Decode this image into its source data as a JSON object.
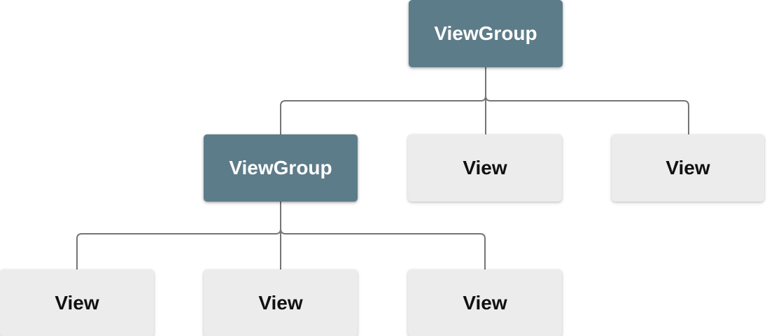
{
  "colors": {
    "viewgroup_fill": "#5d7c89",
    "viewgroup_text": "#ffffff",
    "view_fill": "#ececec",
    "view_text": "#111111",
    "connector": "#757575",
    "background": "#ffffff"
  },
  "nodes": [
    {
      "id": "root",
      "label": "ViewGroup",
      "kind": "viewgroup"
    },
    {
      "id": "child-viewgroup",
      "label": "ViewGroup",
      "kind": "viewgroup"
    },
    {
      "id": "child-view-1",
      "label": "View",
      "kind": "view"
    },
    {
      "id": "child-view-2",
      "label": "View",
      "kind": "view"
    },
    {
      "id": "grandchild-view-1",
      "label": "View",
      "kind": "view"
    },
    {
      "id": "grandchild-view-2",
      "label": "View",
      "kind": "view"
    },
    {
      "id": "grandchild-view-3",
      "label": "View",
      "kind": "view"
    }
  ],
  "edges": [
    {
      "from": "root",
      "to": "child-viewgroup"
    },
    {
      "from": "root",
      "to": "child-view-1"
    },
    {
      "from": "root",
      "to": "child-view-2"
    },
    {
      "from": "child-viewgroup",
      "to": "grandchild-view-1"
    },
    {
      "from": "child-viewgroup",
      "to": "grandchild-view-2"
    },
    {
      "from": "child-viewgroup",
      "to": "grandchild-view-3"
    }
  ]
}
